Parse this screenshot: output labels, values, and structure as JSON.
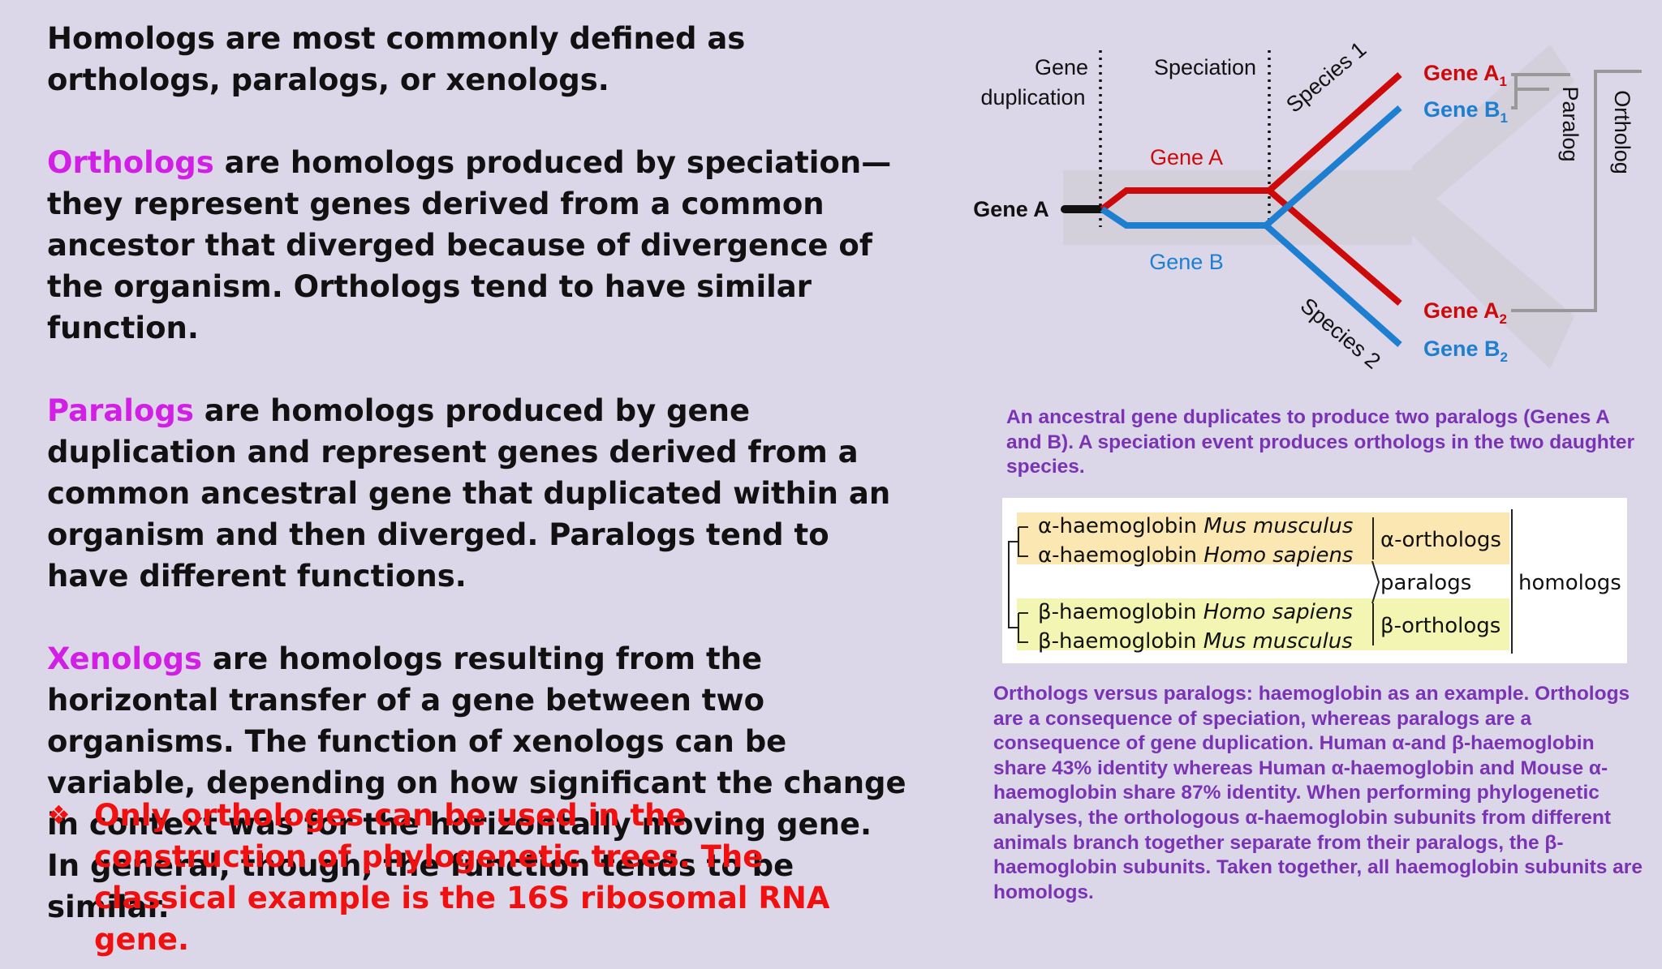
{
  "intro": "Homologs are most commonly defined as orthologs, paralogs, or xenologs.",
  "orthologs": {
    "term": "Orthologs",
    "text": " are homologs produced by speciation—they represent genes derived from a common ancestor that diverged because of divergence of the organism. Orthologs tend to have similar function."
  },
  "paralogs": {
    "term": "Paralogs",
    "text": " are homologs produced by gene duplication and represent genes derived from a common ancestral gene that duplicated within an organism and then diverged. Paralogs tend to have different functions."
  },
  "xenologs": {
    "term": "Xenologs",
    "text": " are homologs resulting from the horizontal transfer of a gene between two organisms. The function of xenologs can be variable, depending on how significant the change in context was for the horizontally moving gene. In general, though, the function tends to be similar."
  },
  "note": {
    "bullet": "❖",
    "text": "Only orthologes can be used in the construction of phylogenetic trees. The classical example is the 16S ribosomal RNA gene."
  },
  "diagram": {
    "gene_duplication_1": "Gene",
    "gene_duplication_2": "duplication",
    "speciation": "Speciation",
    "species1": "Species 1",
    "species2": "Species 2",
    "ancestral_gene": "Gene A",
    "gene_a": "Gene A",
    "gene_b": "Gene B",
    "a1": "Gene A",
    "a1_sub": "1",
    "b1": "Gene B",
    "b1_sub": "1",
    "a2": "Gene A",
    "a2_sub": "2",
    "b2": "Gene B",
    "b2_sub": "2",
    "paralog": "Paralog",
    "ortholog": "Ortholog",
    "colors": {
      "gene_a": "#cc0a0a",
      "gene_b": "#1e7fd0"
    }
  },
  "caption1": "An ancestral gene duplicates to produce two paralogs (Genes A and B). A speciation event produces orthologs in the two daughter species.",
  "table": {
    "rows": [
      {
        "prefix": "α-haemoglobin ",
        "species": "Mus musculus"
      },
      {
        "prefix": "α-haemoglobin ",
        "species": "Homo sapiens"
      },
      {
        "prefix": "β-haemoglobin ",
        "species": "Homo sapiens"
      },
      {
        "prefix": "β-haemoglobin ",
        "species": "Mus musculus"
      }
    ],
    "alpha_orthologs": "α-orthologs",
    "beta_orthologs": "β-orthologs",
    "paralogs": "paralogs",
    "homologs": "homologs",
    "colors": {
      "alpha_band": "#fbe7b2",
      "beta_band": "#f3f5b2"
    }
  },
  "caption2": "Orthologs versus paralogs: haemoglobin as an example. Orthologs are a consequence of speciation, whereas paralogs are a consequence of gene duplication. Human α-and β-haemoglobin share 43% identity whereas Human α-haemoglobin and Mouse α-haemoglobin share 87% identity. When performing phylogenetic analyses, the orthologous α-haemoglobin subunits from different animals branch together separate from their paralogs, the β-haemoglobin subunits. Taken together, all haemoglobin subunits are homologs."
}
